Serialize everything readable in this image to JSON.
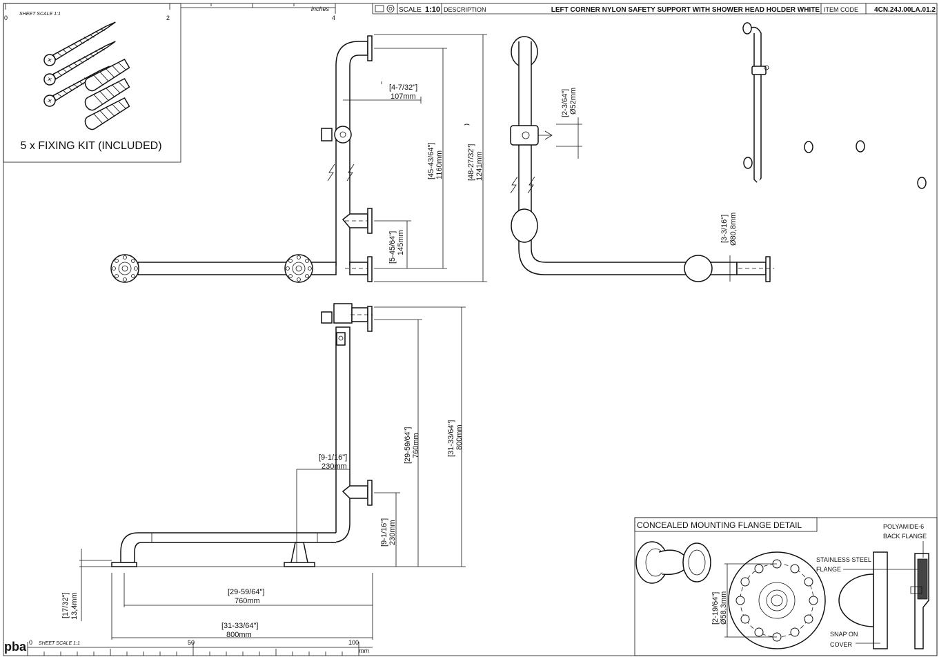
{
  "title_block": {
    "scale_label": "SCALE",
    "scale_value": "1:10",
    "description_label": "DESCRIPTION",
    "description": "LEFT CORNER NYLON SAFETY SUPPORT WITH SHOWER HEAD HOLDER WHITE",
    "item_code_label": "ITEM CODE",
    "item_code": "4CN.24J.00LA.01.2"
  },
  "ruler_top": {
    "label": "inches",
    "ticks": [
      "0",
      "2",
      "4"
    ],
    "sheet_scale": "SHEET SCALE 1:1"
  },
  "ruler_bottom": {
    "label": "mm",
    "ticks": [
      "0",
      "50",
      "100"
    ],
    "sheet_scale": "SHEET SCALE 1:1"
  },
  "logo": "pba",
  "fixing_kit": {
    "caption": "5 x FIXING KIT (INCLUDED)"
  },
  "front_view_dims": {
    "d1_in": "[4-7/32\"]",
    "d1_mm": "107mm",
    "d2_in": "[45-43/64\"]",
    "d2_mm": "1160mm",
    "d3_in": "[48-27/32\"]",
    "d3_mm": "1241mm",
    "d4_in": "[5-45/64\"]",
    "d4_mm": "145mm"
  },
  "side_view_dims": {
    "d1_in": "[2-3/64\"]",
    "d1_mm": "Ø52mm",
    "d2_in": "[3-3/16\"]",
    "d2_mm": "Ø80,8mm"
  },
  "plan_view_dims": {
    "d1_in": "[9-1/16\"]",
    "d1_mm": "230mm",
    "d2_in": "[29-59/64\"]",
    "d2_mm": "760mm",
    "d3_in": "[31-33/64\"]",
    "d3_mm": "800mm",
    "d4_in": "[9-1/16\"]",
    "d4_mm": "230mm",
    "d5_in": "[29-59/64\"]",
    "d5_mm": "760mm",
    "d6_in": "[31-33/64\"]",
    "d6_mm": "800mm",
    "d7_in": "[17/32\"]",
    "d7_mm": "13,4mm"
  },
  "flange_detail": {
    "title": "CONCEALED MOUNTING FLANGE DETAIL",
    "dia_in": "[2-19/64\"]",
    "dia_mm": "Ø58,3mm",
    "label_polyamide_1": "POLYAMIDE-6",
    "label_polyamide_2": "BACK FLANGE",
    "label_steel_1": "STAINLESS STEEL",
    "label_steel_2": "FLANGE",
    "label_cover_1": "SNAP ON",
    "label_cover_2": "COVER"
  }
}
